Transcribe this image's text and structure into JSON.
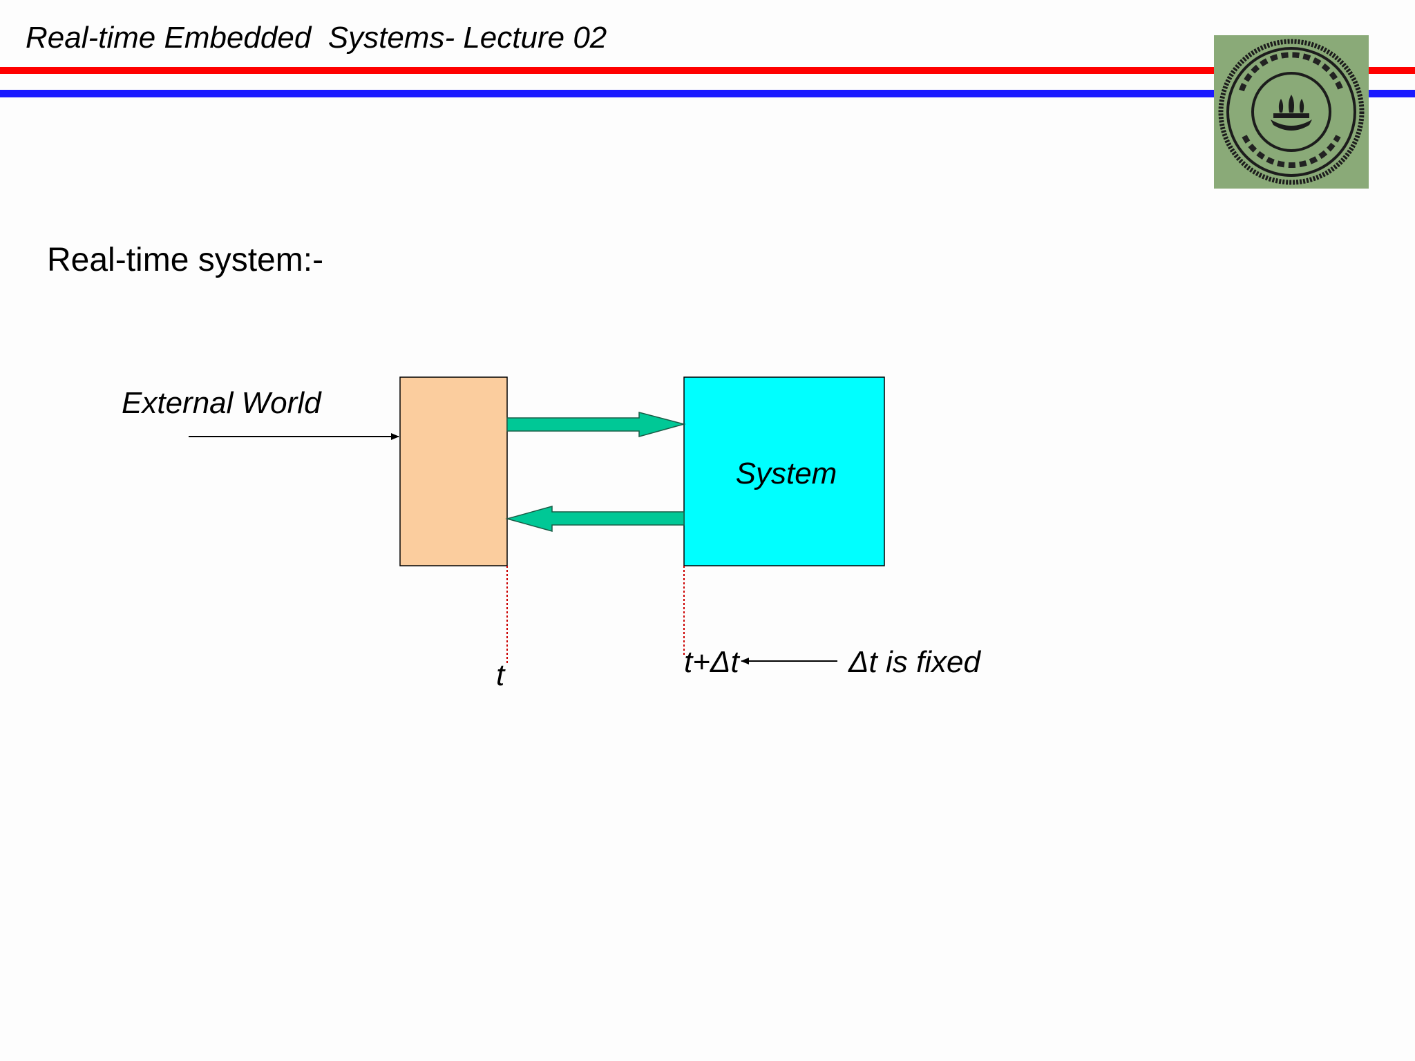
{
  "slide": {
    "header_title": "Real-time Embedded  Systems- Lecture 02",
    "subtitle": "Real-time system:-"
  },
  "diagram": {
    "external_label": "External World",
    "system_label": "System",
    "time_t_label": "t",
    "time_t_delta_label": "t+Δt",
    "delta_fixed_label": "Δt is fixed"
  },
  "colors": {
    "header_rule_top": "#ff0000",
    "header_rule_bottom": "#1a1aff",
    "interface_box": "#fbcd9e",
    "system_box": "#00ffff",
    "flow_arrow": "#00c896",
    "time_marker_line": "#cc0000",
    "seal_background": "#8fae7d"
  },
  "icons": {
    "logo": "university-seal-icon"
  }
}
